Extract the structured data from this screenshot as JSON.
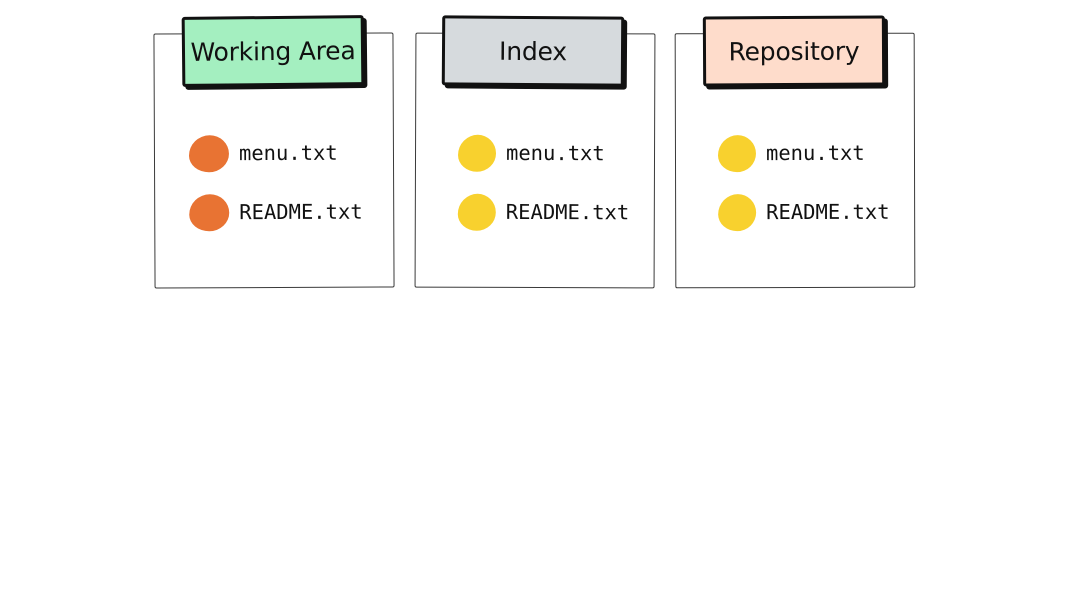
{
  "panels": [
    {
      "title": "Working Area",
      "color": "#a4efc0",
      "files": [
        {
          "name": "menu.txt",
          "status_color": "#e87333"
        },
        {
          "name": "README.txt",
          "status_color": "#e87333"
        }
      ]
    },
    {
      "title": "Index",
      "color": "#d6dadd",
      "files": [
        {
          "name": "menu.txt",
          "status_color": "#f8d12e"
        },
        {
          "name": "README.txt",
          "status_color": "#f8d12e"
        }
      ]
    },
    {
      "title": "Repository",
      "color": "#fedccb",
      "files": [
        {
          "name": "menu.txt",
          "status_color": "#f8d12e"
        },
        {
          "name": "README.txt",
          "status_color": "#f8d12e"
        }
      ]
    }
  ]
}
